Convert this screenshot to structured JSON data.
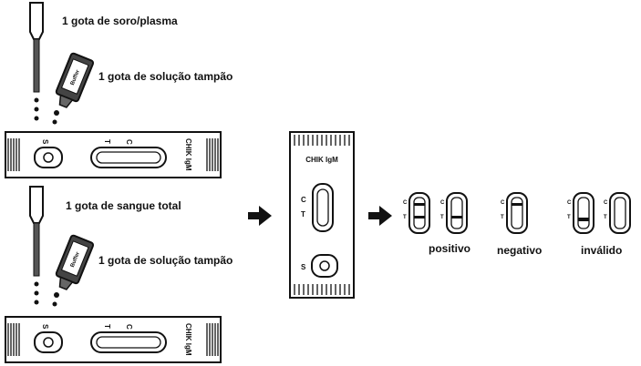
{
  "steps": {
    "serum_drop": "1 gota de soro/plasma",
    "buffer_drop_1": "1 gota de solução tampão",
    "blood_drop": "1 gota de sangue total",
    "buffer_drop_2": "1 gota de solução tampão"
  },
  "bottle_label": "Buffer",
  "cassette": {
    "title": "CHIK IgM",
    "sample_mark": "S",
    "test_mark": "T",
    "control_mark": "C"
  },
  "results": {
    "positive": "positivo",
    "negative": "negativo",
    "invalid": "inválido"
  }
}
